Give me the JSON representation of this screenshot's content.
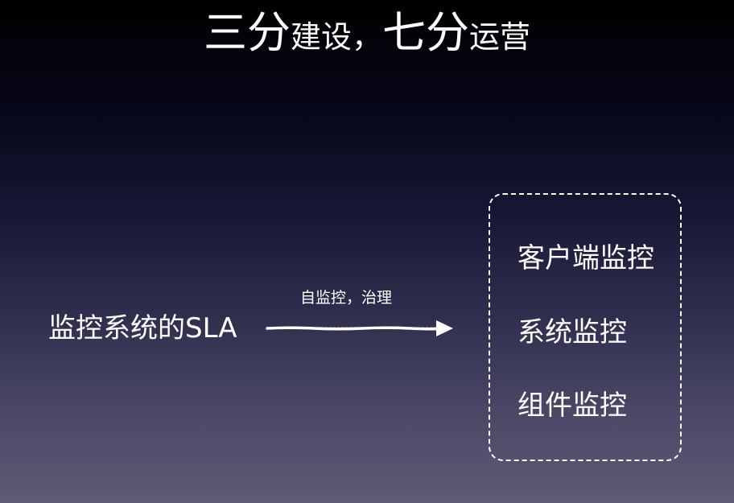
{
  "title": {
    "part1": "三分",
    "part2": "建设，",
    "part3": "七分",
    "part4": "运营"
  },
  "diagram": {
    "source": "监控系统的SLA",
    "arrow_label": "自监控，治理",
    "targets": [
      "客户端监控",
      "系统监控",
      "组件监控"
    ]
  },
  "colors": {
    "text": "#ffffff",
    "background_top": "#000000",
    "background_bottom": "#5d5b74"
  }
}
